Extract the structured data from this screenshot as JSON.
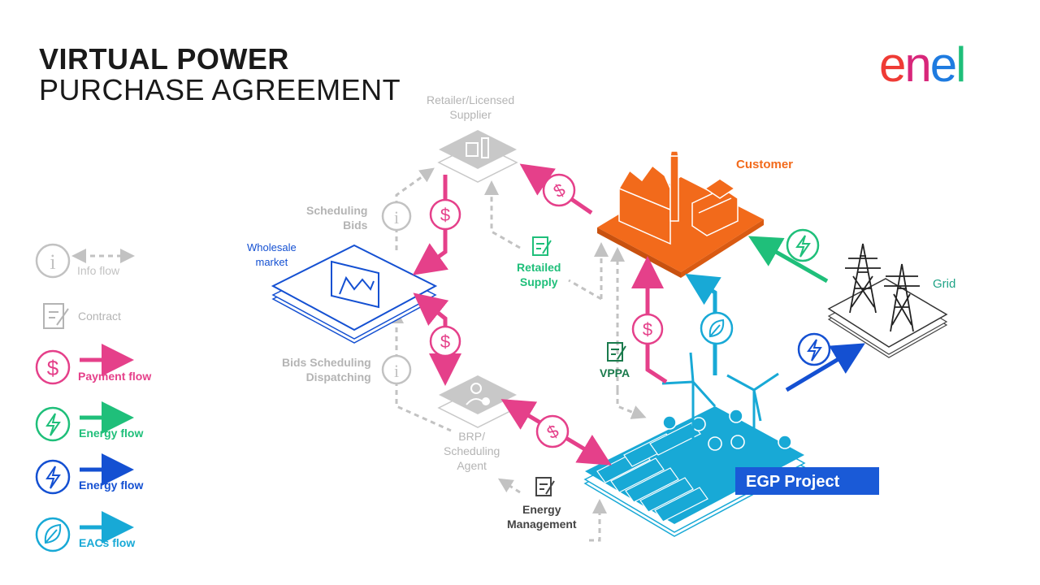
{
  "header": {
    "title_line1": "VIRTUAL POWER",
    "title_line2": "PURCHASE AGREEMENT",
    "brand": "enel"
  },
  "nodes": {
    "retailer": "Retailer/Licensed Supplier",
    "retailer_line1": "Retailer/Licensed",
    "retailer_line2": "Supplier",
    "customer": "Customer",
    "wholesale_line1": "Wholesale",
    "wholesale_line2": "market",
    "grid": "Grid",
    "brp_line1": "BRP/",
    "brp_line2": "Scheduling",
    "brp_line3": "Agent",
    "egp": "EGP Project"
  },
  "flow_labels": {
    "scheduling_bids_1": "Scheduling",
    "scheduling_bids_2": "Bids",
    "bids_sched_1": "Bids Scheduling",
    "bids_sched_2": "Dispatching",
    "retailed_supply_1": "Retailed",
    "retailed_supply_2": "Supply",
    "vppa": "VPPA",
    "energy_mgmt_1": "Energy",
    "energy_mgmt_2": "Management"
  },
  "legend": [
    {
      "icon": "info-icon",
      "label": "Info flow",
      "color": "#c2c2c2"
    },
    {
      "icon": "contract-icon",
      "label": "Contract",
      "color": "#b4b4b4"
    },
    {
      "icon": "dollar-icon",
      "label": "Payment flow",
      "color": "#e5408a"
    },
    {
      "icon": "lightning-icon",
      "label": "Energy flow",
      "color": "#1fbf7a"
    },
    {
      "icon": "lightning-icon",
      "label": "Energy flow",
      "color": "#1450d2"
    },
    {
      "icon": "leaf-icon",
      "label": "EACs flow",
      "color": "#18a9d6"
    }
  ],
  "colors": {
    "payment": "#e5408a",
    "energy_green": "#1fbf7a",
    "energy_blue": "#1450d2",
    "eacs": "#18a9d6",
    "info": "#c2c2c2",
    "customer": "#f26a1b",
    "wholesale": "#1450d2",
    "egp_label_bg": "#1a5ad7"
  }
}
